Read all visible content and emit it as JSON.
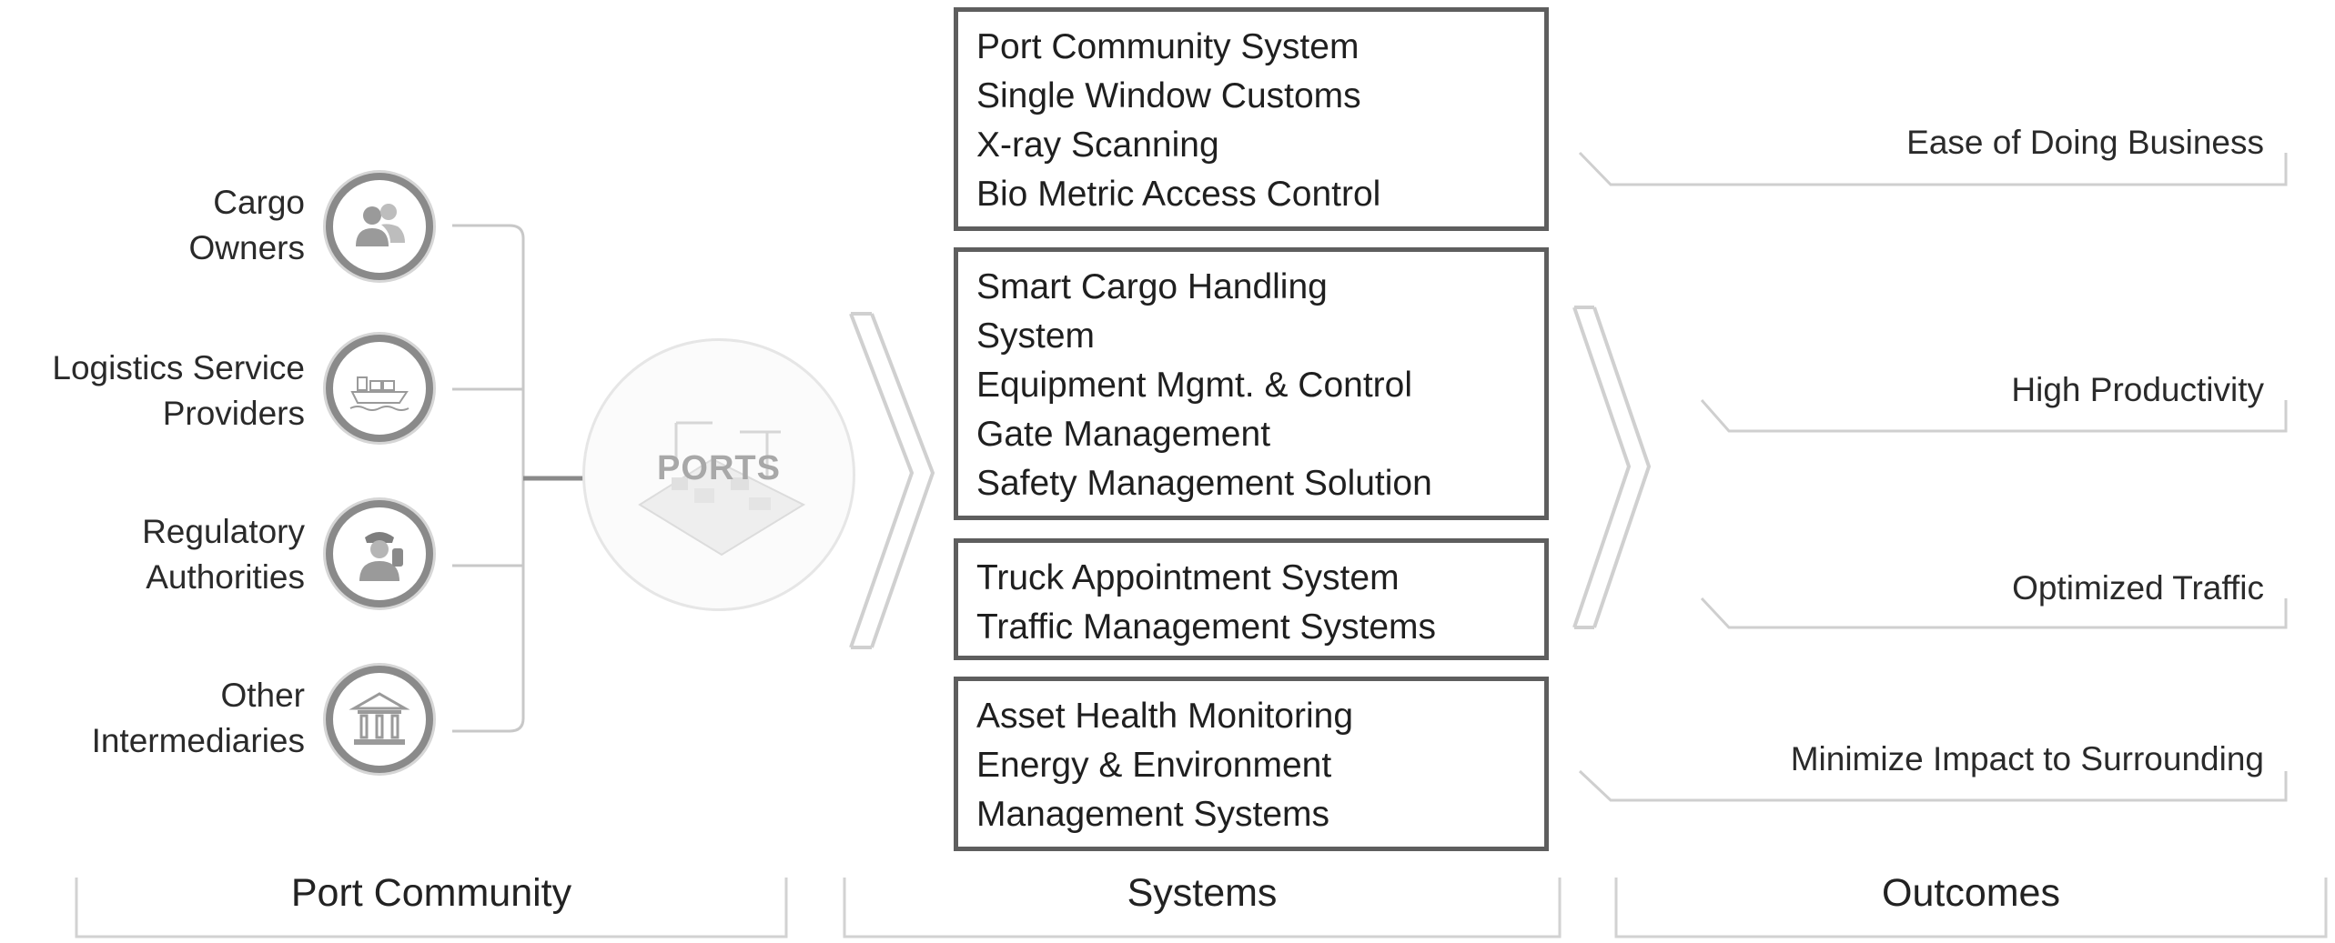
{
  "port_community": {
    "members": [
      {
        "line1": "Cargo",
        "line2": "Owners",
        "icon": "people-icon"
      },
      {
        "line1": "Logistics Service",
        "line2": "Providers",
        "icon": "ship-icon"
      },
      {
        "line1": "Regulatory",
        "line2": "Authorities",
        "icon": "officer-icon"
      },
      {
        "line1": "Other",
        "line2": "Intermediaries",
        "icon": "bank-icon"
      }
    ]
  },
  "ports_label": "PORTS",
  "systems": [
    {
      "lines": [
        "Port Community System",
        "Single Window Customs",
        "X-ray Scanning",
        "Bio Metric Access Control"
      ]
    },
    {
      "lines": [
        "Smart Cargo Handling",
        "System",
        "Equipment Mgmt. & Control",
        "Gate Management",
        "Safety Management Solution"
      ]
    },
    {
      "lines": [
        "Truck Appointment System",
        "Traffic Management Systems"
      ]
    },
    {
      "lines": [
        "Asset Health Monitoring",
        "Energy & Environment",
        "Management Systems"
      ]
    }
  ],
  "outcomes": [
    "Ease of Doing Business",
    "High Productivity",
    "Optimized Traffic",
    "Minimize Impact to Surrounding"
  ],
  "sections": {
    "community": "Port Community",
    "systems": "Systems",
    "outcomes": "Outcomes"
  },
  "colors": {
    "icon_ring": "#8a8a8a",
    "box_border": "#5e5e5e",
    "connector": "#c8c8c8"
  }
}
